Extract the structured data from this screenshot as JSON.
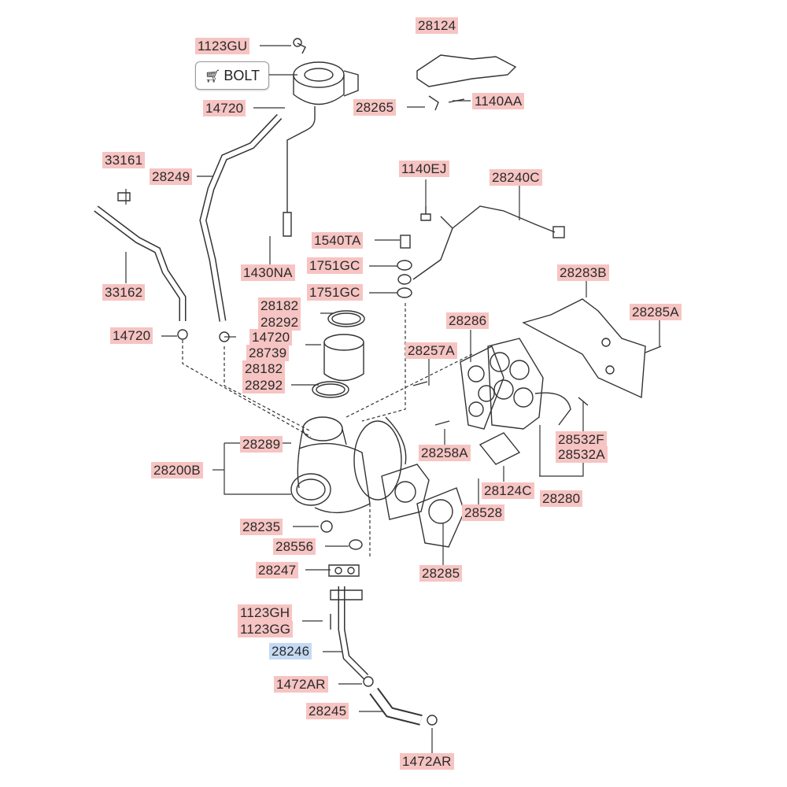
{
  "popup": {
    "icon": "cart-icon",
    "label": "BOLT"
  },
  "labels": {
    "p28124": "28124",
    "p1123GU": "1123GU",
    "p14720a": "14720",
    "p28265": "28265",
    "p1140AA": "1140AA",
    "p33161": "33161",
    "p28249": "28249",
    "p1140EJ": "1140EJ",
    "p28240C": "28240C",
    "p1540TA": "1540TA",
    "p1751GCa": "1751GC",
    "p1430NA": "1430NA",
    "p28283B": "28283B",
    "p33162": "33162",
    "p1751GCb": "1751GC",
    "p28182a": "28182",
    "p28292a": "28292",
    "p28285A": "28285A",
    "p28286": "28286",
    "p14720b": "14720",
    "p14720c": "14720",
    "p28739": "28739",
    "p28257A": "28257A",
    "p28182b": "28182",
    "p28292b": "28292",
    "p28289": "28289",
    "p28532F": "28532F",
    "p28258A": "28258A",
    "p28532A": "28532A",
    "p28200B": "28200B",
    "p28124C": "28124C",
    "p28280": "28280",
    "p28528": "28528",
    "p28235": "28235",
    "p28556": "28556",
    "p28285": "28285",
    "p28247": "28247",
    "p1123GH": "1123GH",
    "p1123GG": "1123GG",
    "p28246": "28246",
    "p1472ARa": "1472AR",
    "p28245": "28245",
    "p1472ARb": "1472AR"
  },
  "colors": {
    "label_bg": "#f6c4c2",
    "highlight_bg": "#c4daf4"
  }
}
